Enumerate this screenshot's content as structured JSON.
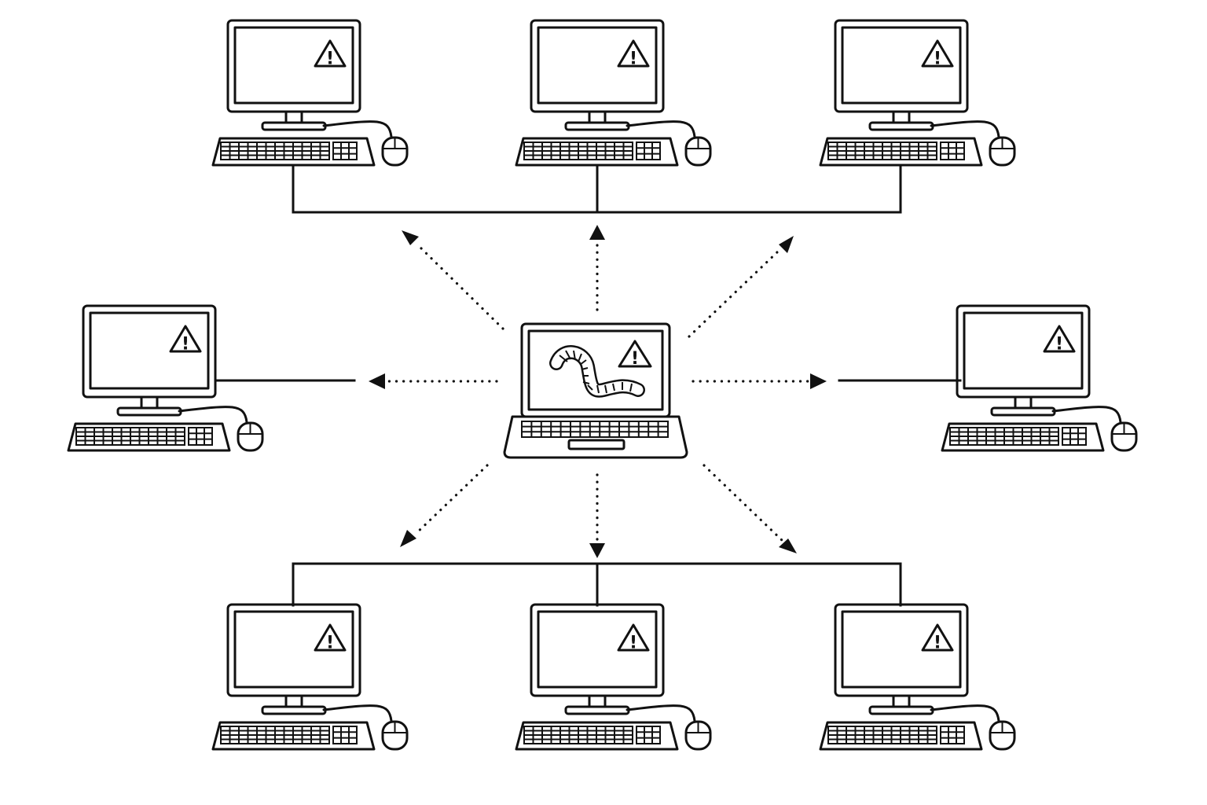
{
  "diagram": {
    "colors": {
      "stroke": "#111111",
      "background": "#ffffff"
    },
    "source": {
      "kind": "laptop",
      "screen_icons": [
        "worm-icon",
        "warning-icon"
      ]
    },
    "targets": [
      {
        "id": "top-left",
        "kind": "desktop",
        "icon": "warning-icon",
        "warning_symbol": "!"
      },
      {
        "id": "top-center",
        "kind": "desktop",
        "icon": "warning-icon",
        "warning_symbol": "!"
      },
      {
        "id": "top-right",
        "kind": "desktop",
        "icon": "warning-icon",
        "warning_symbol": "!"
      },
      {
        "id": "middle-left",
        "kind": "desktop",
        "icon": "warning-icon",
        "warning_symbol": "!"
      },
      {
        "id": "middle-right",
        "kind": "desktop",
        "icon": "warning-icon",
        "warning_symbol": "!"
      },
      {
        "id": "bottom-left",
        "kind": "desktop",
        "icon": "warning-icon",
        "warning_symbol": "!"
      },
      {
        "id": "bottom-center",
        "kind": "desktop",
        "icon": "warning-icon",
        "warning_symbol": "!"
      },
      {
        "id": "bottom-right",
        "kind": "desktop",
        "icon": "warning-icon",
        "warning_symbol": "!"
      }
    ],
    "source_warning_symbol": "!",
    "propagation_arrows": [
      {
        "direction": "up-left",
        "style": "dotted"
      },
      {
        "direction": "up",
        "style": "dotted"
      },
      {
        "direction": "up-right",
        "style": "dotted"
      },
      {
        "direction": "left",
        "style": "dotted"
      },
      {
        "direction": "right",
        "style": "dotted"
      },
      {
        "direction": "down-left",
        "style": "dotted"
      },
      {
        "direction": "down",
        "style": "dotted"
      },
      {
        "direction": "down-right",
        "style": "dotted"
      }
    ],
    "network_buses": [
      "top-bus",
      "bottom-bus"
    ]
  }
}
